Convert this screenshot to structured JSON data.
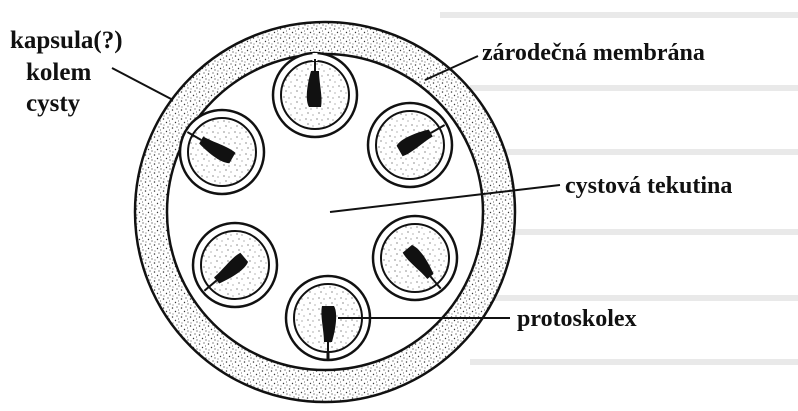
{
  "labels": {
    "capsule": [
      "kapsula(?)",
      "kolem",
      "cysty"
    ],
    "germinal_membrane": "zárodečná membrána",
    "cyst_fluid": "cystová tekutina",
    "protoscolex": "protoskolex"
  },
  "colors": {
    "ink": "#111111",
    "stipple": "#3a3a3a",
    "paper": "#ffffff",
    "ghost_text": "#e6e6e6"
  }
}
